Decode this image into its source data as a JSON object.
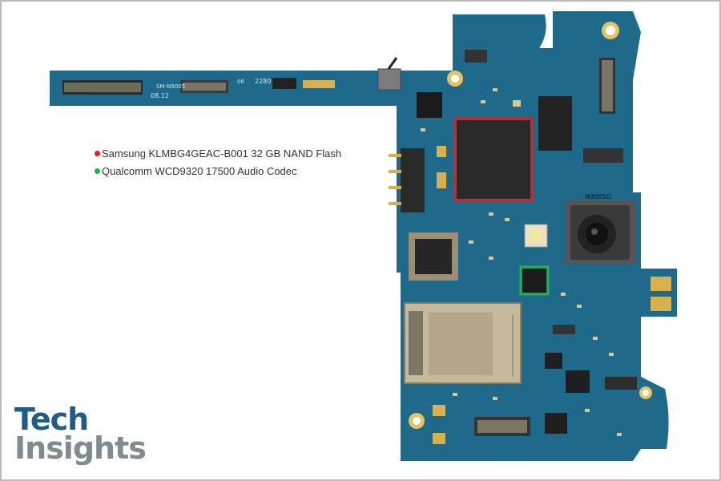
{
  "legend": {
    "items": [
      {
        "label": "Samsung KLMBG4GEAC-B001 32 GB NAND Flash",
        "color": "#e02020"
      },
      {
        "label": "Qualcomm WCD9320 17500 Audio Codec",
        "color": "#22b24c"
      }
    ]
  },
  "logo": {
    "line1": "Tech",
    "line2": "Insights"
  },
  "board_markings": {
    "model": "SM-N9005",
    "date": "08.12",
    "rev": "06",
    "code": "2280",
    "camera": "N9005O"
  },
  "colors": {
    "pcb": "#1f6a8a",
    "pcb_dark": "#164f68",
    "gold": "#d9b04a",
    "nand_box": "#e02020",
    "codec_box": "#22b24c"
  }
}
